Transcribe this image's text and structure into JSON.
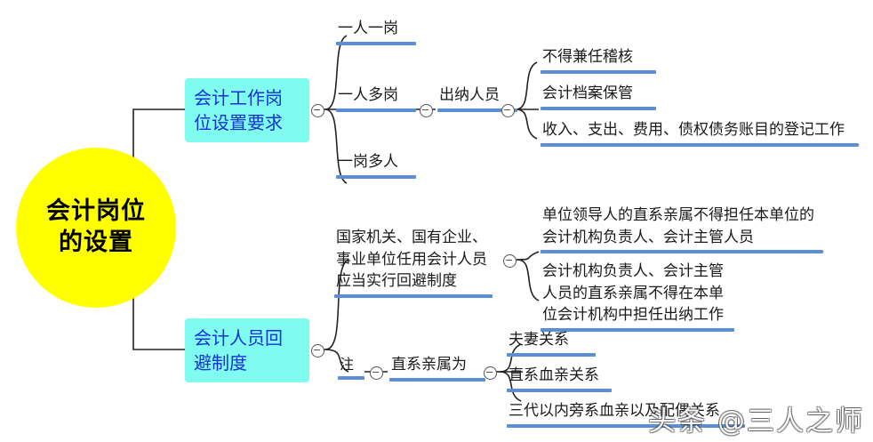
{
  "diagram": {
    "type": "mindmap",
    "root": {
      "label": "会计岗位\n的设置",
      "shape": "circle",
      "fill": "#ffff00",
      "text_color": "#000000"
    },
    "branches": [
      {
        "id": "branch-1",
        "label": "会计工作岗\n位设置要求",
        "fill": "#7ffcef",
        "text_color": "#1531d6",
        "children": [
          {
            "id": "b1-c1",
            "label": "一人一岗",
            "children": []
          },
          {
            "id": "b1-c2",
            "label": "一人多岗",
            "children": [
              {
                "id": "b1-c2-g1",
                "label": "出纳人员",
                "children": [
                  {
                    "id": "b1-c2-g1-l1",
                    "label": "不得兼任稽核"
                  },
                  {
                    "id": "b1-c2-g1-l2",
                    "label": "会计档案保管"
                  },
                  {
                    "id": "b1-c2-g1-l3",
                    "label": "收入、支出、费用、债权债务账目的登记工作"
                  }
                ]
              }
            ]
          },
          {
            "id": "b1-c3",
            "label": "一岗多人",
            "children": []
          }
        ]
      },
      {
        "id": "branch-2",
        "label": "会计人员回\n避制度",
        "fill": "#7ffcef",
        "text_color": "#1531d6",
        "children": [
          {
            "id": "b2-c1",
            "label": "国家机关、国有企业、\n事业单位任用会计人员\n应当实行回避制度",
            "children": [
              {
                "id": "b2-c1-l1",
                "label": "单位领导人的直系亲属不得担任本单位的\n会计机构负责人、会计主管人员"
              },
              {
                "id": "b2-c1-l2",
                "label": "会计机构负责人、会计主管\n人员的直系亲属不得在本单\n位会计机构中担任出纳工作"
              }
            ]
          },
          {
            "id": "b2-c2",
            "label": "注",
            "children": [
              {
                "id": "b2-c2-g1",
                "label": "直系亲属为",
                "children": [
                  {
                    "id": "b2-c2-g1-l1",
                    "label": "夫妻关系"
                  },
                  {
                    "id": "b2-c2-g1-l2",
                    "label": "直系血亲关系"
                  },
                  {
                    "id": "b2-c2-g1-l3",
                    "label": "三代以内旁系血亲以及配偶关系"
                  }
                ]
              }
            ]
          }
        ]
      }
    ]
  },
  "watermark": {
    "text": "头条 @三人之师"
  },
  "colors": {
    "root_fill": "#ffff00",
    "category_fill": "#7ffcef",
    "category_text": "#1531d6",
    "underline": "#5b8ed4",
    "connector": "#222222",
    "body_text": "#1a1a1a"
  }
}
